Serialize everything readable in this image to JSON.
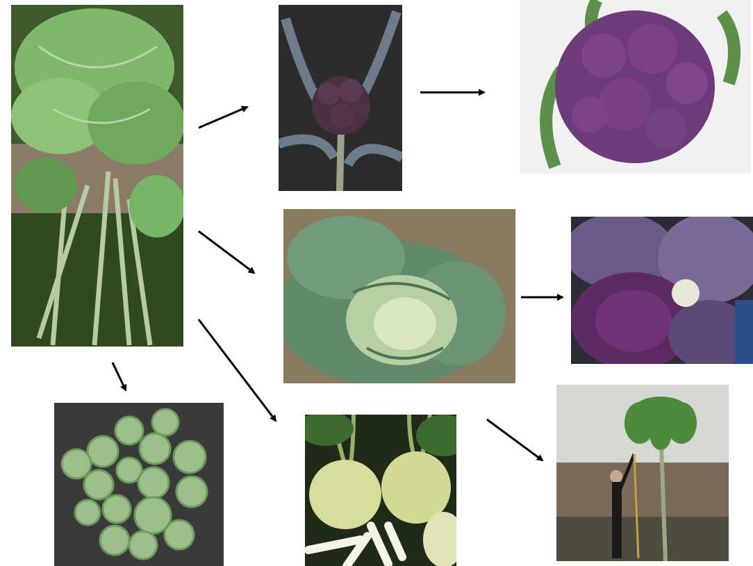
{
  "diagram": {
    "photos": [
      {
        "id": "wild-cabbage",
        "icon": "leafy-plant-photo"
      },
      {
        "id": "purple-broccoli",
        "icon": "broccoli-photo"
      },
      {
        "id": "purple-cauliflower",
        "icon": "cauliflower-photo"
      },
      {
        "id": "green-cabbage",
        "icon": "cabbage-photo"
      },
      {
        "id": "red-cabbage",
        "icon": "red-cabbage-photo"
      },
      {
        "id": "brussels-sprouts",
        "icon": "sprouts-photo"
      },
      {
        "id": "kohlrabi",
        "icon": "kohlrabi-photo"
      },
      {
        "id": "tree-cabbage",
        "icon": "tall-plant-photo"
      }
    ],
    "arrows": [
      {
        "from": "wild-cabbage",
        "to": "purple-broccoli"
      },
      {
        "from": "purple-broccoli",
        "to": "purple-cauliflower"
      },
      {
        "from": "wild-cabbage",
        "to": "green-cabbage"
      },
      {
        "from": "green-cabbage",
        "to": "red-cabbage"
      },
      {
        "from": "wild-cabbage",
        "to": "brussels-sprouts"
      },
      {
        "from": "wild-cabbage",
        "to": "kohlrabi"
      },
      {
        "from": "kohlrabi",
        "to": "tree-cabbage"
      }
    ],
    "colors": {
      "arrow": "#000000",
      "leaf_green": "#6aa84f",
      "purple": "#6b3a7a",
      "red_cabbage": "#5e2a66"
    }
  }
}
